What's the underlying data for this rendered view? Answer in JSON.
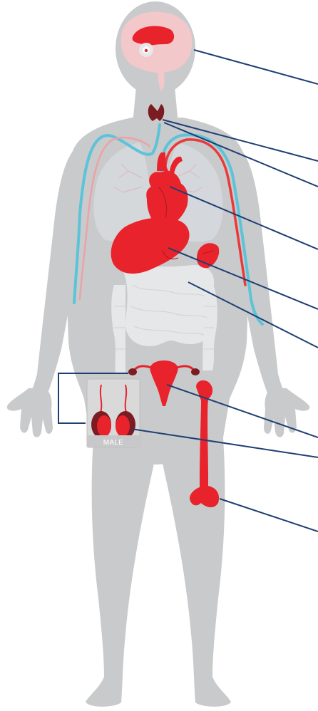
{
  "male_inset": {
    "label": "MALE"
  },
  "colors": {
    "body": "#c9cacc",
    "body_dark": "#b6b7b9",
    "organ_red": "#e8232b",
    "organ_dark_red": "#b51a22",
    "thyroid": "#7a1c22",
    "vein_blue": "#5cc3d9",
    "artery_red": "#e83a3a",
    "lung": "#d6dbde",
    "intestine": "#e6e7e8",
    "brain_pink": "#f3c8cb",
    "leader_line": "#1f3f73",
    "inset_bg": "#d9d9da"
  },
  "pointer_lines": [
    {
      "name": "brain"
    },
    {
      "name": "thyroid"
    },
    {
      "name": "thyroid-second"
    },
    {
      "name": "heart"
    },
    {
      "name": "liver"
    },
    {
      "name": "intestine"
    },
    {
      "name": "uterus"
    },
    {
      "name": "testes"
    },
    {
      "name": "bone"
    }
  ]
}
